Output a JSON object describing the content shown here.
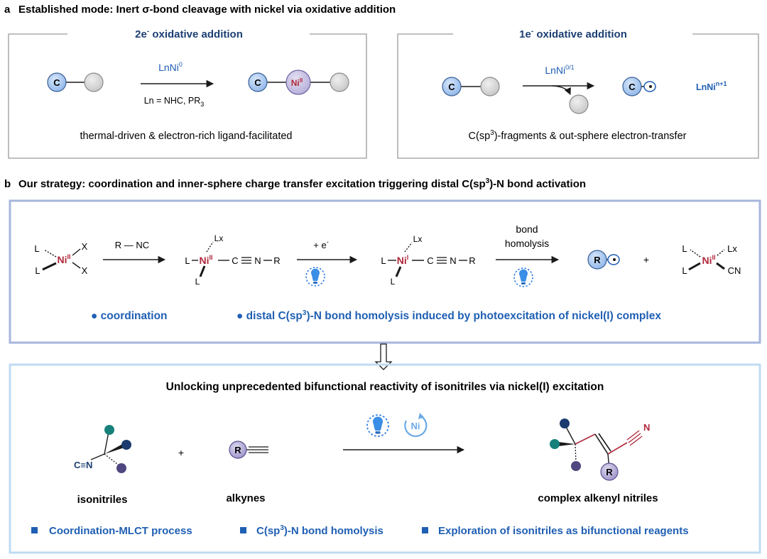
{
  "panel_a": {
    "letter": "a",
    "title": "Established mode: Inert σ-bond cleavage with nickel via oxidative addition",
    "left": {
      "title_main": "2e",
      "title_sup": "-",
      "title_rest": " oxidative addition",
      "reagent": "LnNi",
      "reagent_sup": "0",
      "conditions": "Ln = NHC, PR",
      "conditions_sub": "3",
      "atom_c": "C",
      "atom_ni": "Ni",
      "atom_ni_sup": "II",
      "caption": "thermal-driven & electron-rich ligand-facilitated"
    },
    "right": {
      "title_main": "1e",
      "title_sup": "-",
      "title_rest": " oxidative addition",
      "reagent": "LnNi",
      "reagent_sup": "0/1",
      "atom_c": "C",
      "product_ni": "LnNi",
      "product_ni_sup": "n+1",
      "caption_pre": "C(sp",
      "caption_sup": "3",
      "caption_post": ")-fragments & out-sphere electron-transfer"
    }
  },
  "panel_b": {
    "letter": "b",
    "title_pre": "Our strategy: coordination and inner-sphere charge transfer excitation triggering distal C(sp",
    "title_sup": "3",
    "title_post": ")-N bond activation",
    "scheme": {
      "l": "L",
      "lx": "Lx",
      "x": "X",
      "ni": "Ni",
      "ni2": "II",
      "ni1": "I",
      "c": "C",
      "n": "N",
      "r": "R",
      "cn": "CN",
      "reagent1": "R — NC",
      "reagent2": "+ e",
      "reagent2_sup": "-",
      "step3_line1": "bond",
      "step3_line2": "homolysis",
      "plus": "+"
    },
    "bullet1": "● coordination",
    "bullet2": "● distal C(sp",
    "bullet2_sup": "3",
    "bullet2_post": ")-N bond homolysis induced by photoexcitation of nickel(I) complex",
    "bottom": {
      "title": "Unlocking unprecedented bifunctional reactivity of isonitriles via nickel(I) excitation",
      "isonitrile_label": "isonitriles",
      "alkyne_label": "alkynes",
      "product_label": "complex alkenyl nitriles",
      "cn_text": "C≡N",
      "n_text": "N",
      "r": "R",
      "ni": "Ni",
      "plus": "+",
      "items": [
        {
          "pre": "Coordination-MLCT process",
          "sup": "",
          "post": ""
        },
        {
          "pre": "C(sp",
          "sup": "3",
          "post": ")-N bond homolysis"
        },
        {
          "pre": "Exploration of isonitriles as bifunctional reagents",
          "sup": "",
          "post": ""
        }
      ]
    }
  },
  "colors": {
    "blue_text": "#1f5fb3",
    "navy_text": "#1c3f73",
    "ni_red": "#b0273a",
    "c_fill": "#a9c7ee",
    "grey_fill": "#d9d9d9",
    "ni_fill": "#c7c1e2",
    "r_fill": "#b9b0da",
    "teal": "#17807a",
    "navy_ball": "#1b3a6e",
    "purple_ball": "#4f4780",
    "panel_border": "#a7b6dc",
    "bottom_border": "#bfdbf3"
  }
}
